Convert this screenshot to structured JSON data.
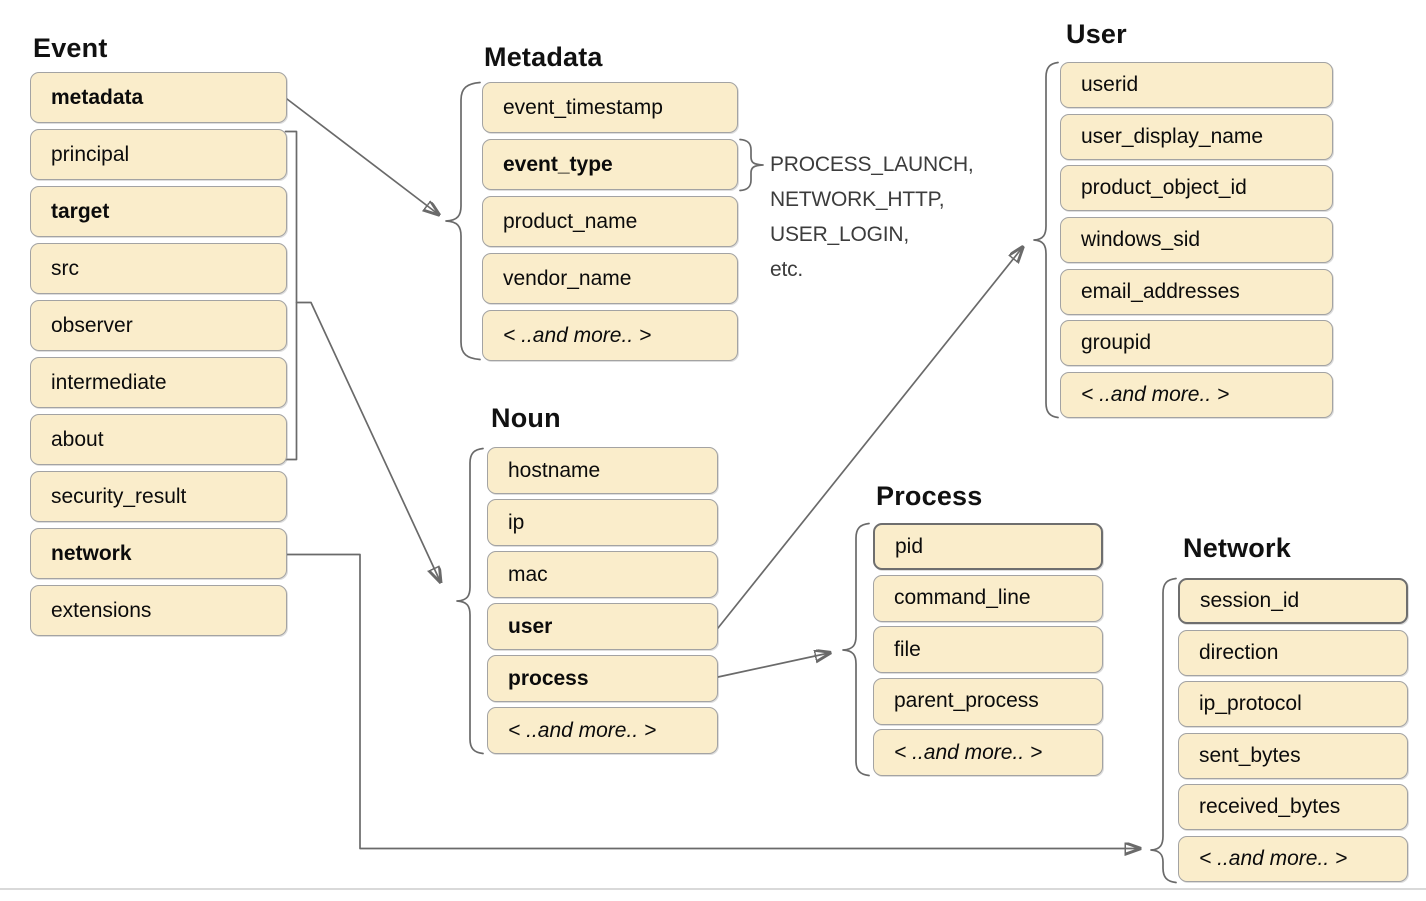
{
  "colors": {
    "box_fill": "#faedcb",
    "box_border": "#a3a3a3",
    "box_border_strong": "#6e6e6e",
    "connector": "#6a6a6a",
    "annotation_text": "#3c3c3c"
  },
  "groups": [
    {
      "id": "event",
      "title": "Event",
      "items": [
        {
          "label": "metadata",
          "bold": true
        },
        {
          "label": "principal"
        },
        {
          "label": "target",
          "bold": true
        },
        {
          "label": "src"
        },
        {
          "label": "observer"
        },
        {
          "label": "intermediate"
        },
        {
          "label": "about"
        },
        {
          "label": "security_result"
        },
        {
          "label": "network",
          "bold": true
        },
        {
          "label": "extensions"
        }
      ]
    },
    {
      "id": "metadata",
      "title": "Metadata",
      "items": [
        {
          "label": "event_timestamp"
        },
        {
          "label": "event_type",
          "bold": true
        },
        {
          "label": "product_name"
        },
        {
          "label": "vendor_name"
        },
        {
          "label": "< ..and more.. >",
          "italic": true
        }
      ]
    },
    {
      "id": "user",
      "title": "User",
      "items": [
        {
          "label": "userid"
        },
        {
          "label": "user_display_name"
        },
        {
          "label": "product_object_id"
        },
        {
          "label": "windows_sid"
        },
        {
          "label": "email_addresses"
        },
        {
          "label": "groupid"
        },
        {
          "label": "< ..and more.. >",
          "italic": true
        }
      ]
    },
    {
      "id": "noun",
      "title": "Noun",
      "items": [
        {
          "label": "hostname"
        },
        {
          "label": "ip"
        },
        {
          "label": "mac"
        },
        {
          "label": "user",
          "bold": true
        },
        {
          "label": "process",
          "bold": true
        },
        {
          "label": "< ..and more.. >",
          "italic": true
        }
      ]
    },
    {
      "id": "process",
      "title": "Process",
      "items": [
        {
          "label": "pid",
          "strong": true
        },
        {
          "label": "command_line"
        },
        {
          "label": "file"
        },
        {
          "label": "parent_process"
        },
        {
          "label": "< ..and more.. >",
          "italic": true
        }
      ]
    },
    {
      "id": "network",
      "title": "Network",
      "items": [
        {
          "label": "session_id",
          "strong": true
        },
        {
          "label": "direction"
        },
        {
          "label": "ip_protocol"
        },
        {
          "label": "sent_bytes"
        },
        {
          "label": "received_bytes"
        },
        {
          "label": "< ..and more.. >",
          "italic": true
        }
      ]
    }
  ],
  "annotations": {
    "event_type_values": [
      "PROCESS_LAUNCH,",
      "NETWORK_HTTP,",
      "USER_LOGIN,",
      "etc."
    ]
  }
}
